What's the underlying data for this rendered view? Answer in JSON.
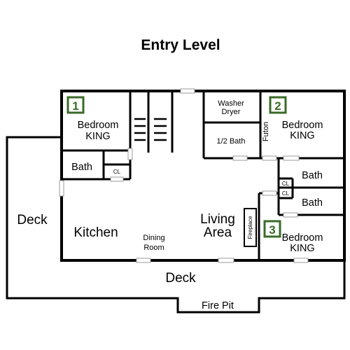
{
  "title": "Entry Level",
  "rooms": {
    "bedroom1": {
      "number": "1",
      "line1": "Bedroom",
      "line2": "KING"
    },
    "bedroom2": {
      "number": "2",
      "line1": "Bedroom",
      "line2": "KING"
    },
    "bedroom3": {
      "number": "3",
      "line1": "Bedroom",
      "line2": "KING"
    },
    "bath_left": "Bath",
    "closet_left": "CL",
    "washer_line1": "Washer",
    "washer_line2": "Dryer",
    "half_bath": "1/2 Bath",
    "futon": "Futon",
    "bath_right_top": "Bath",
    "bath_right_bottom": "Bath",
    "closet_right_top": "CL",
    "closet_right_bottom": "CL",
    "fireplace": "Fireplace",
    "living_line1": "Living",
    "living_line2": "Area",
    "kitchen": "Kitchen",
    "dining_line1": "Dining",
    "dining_line2": "Room",
    "deck_left": "Deck",
    "deck_bottom": "Deck",
    "fire_pit": "Fire Pit"
  },
  "colors": {
    "wall": "#000000",
    "badge": "#3a6b27",
    "door_hatch": "#9a9a9a"
  }
}
